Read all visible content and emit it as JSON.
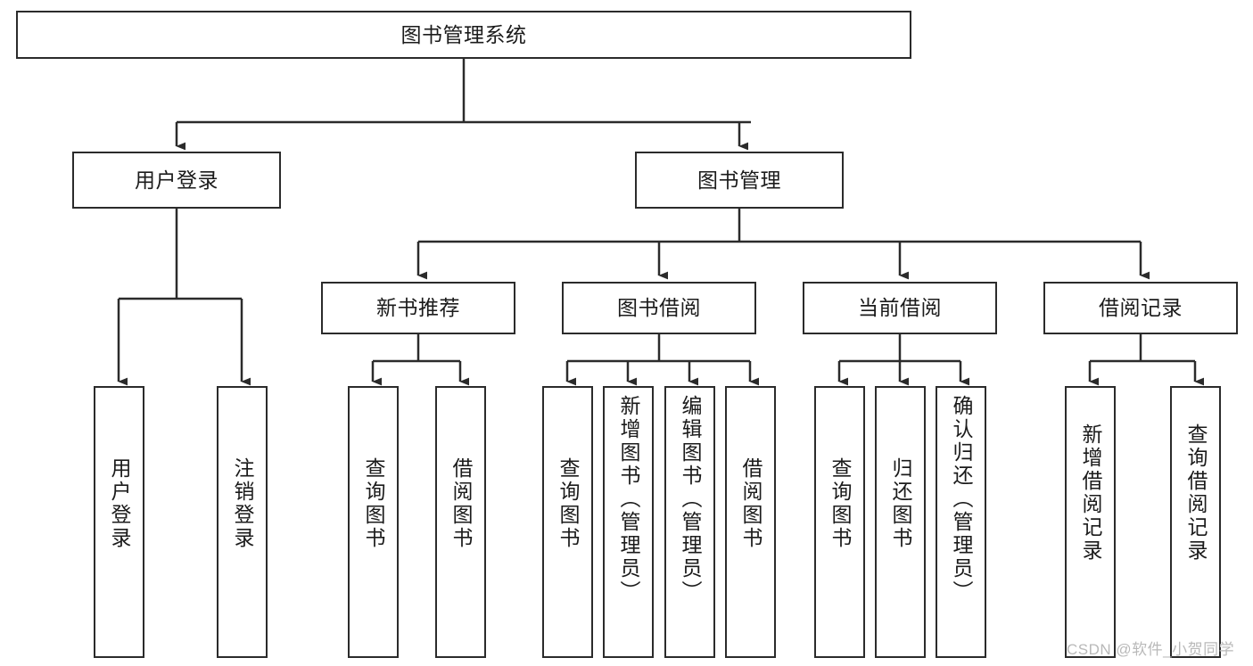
{
  "diagram": {
    "type": "tree-hierarchy",
    "title": "图书管理系统",
    "watermark": "CSDN @软件_小贺同学",
    "colors": {
      "box_border": "#2b2b2b",
      "box_fill": "#ffffff",
      "connector": "#2b2b2b",
      "text": "#1b1b1b",
      "watermark": "#b9b9b9",
      "background": "#ffffff"
    },
    "nodes": {
      "root": {
        "label": "图书管理系统"
      },
      "level2": [
        {
          "id": "user-login",
          "label": "用户登录"
        },
        {
          "id": "book-manage",
          "label": "图书管理"
        }
      ],
      "level3": [
        {
          "id": "new-book-recommend",
          "label": "新书推荐"
        },
        {
          "id": "book-borrow",
          "label": "图书借阅"
        },
        {
          "id": "current-borrow",
          "label": "当前借阅"
        },
        {
          "id": "borrow-record",
          "label": "借阅记录"
        }
      ],
      "level4": [
        {
          "id": "leaf-user-login",
          "label": "用户登录",
          "parent": "user-login"
        },
        {
          "id": "leaf-user-logout",
          "label": "注销登录",
          "parent": "user-login"
        },
        {
          "id": "leaf-query-book-1",
          "label": "查询图书",
          "parent": "new-book-recommend"
        },
        {
          "id": "leaf-borrow-book-1",
          "label": "借阅图书",
          "parent": "new-book-recommend"
        },
        {
          "id": "leaf-query-book-2",
          "label": "查询图书",
          "parent": "book-borrow"
        },
        {
          "id": "leaf-add-book",
          "label": "新增图书（管理员）",
          "parent": "book-borrow"
        },
        {
          "id": "leaf-edit-book",
          "label": "编辑图书（管理员）",
          "parent": "book-borrow"
        },
        {
          "id": "leaf-borrow-book-2",
          "label": "借阅图书",
          "parent": "book-borrow"
        },
        {
          "id": "leaf-query-book-3",
          "label": "查询图书",
          "parent": "current-borrow"
        },
        {
          "id": "leaf-return-book",
          "label": "归还图书",
          "parent": "current-borrow"
        },
        {
          "id": "leaf-confirm-return",
          "label": "确认归还（管理员）",
          "parent": "current-borrow"
        },
        {
          "id": "leaf-add-record",
          "label": "新增借阅记录",
          "parent": "borrow-record"
        },
        {
          "id": "leaf-query-record",
          "label": "查询借阅记录",
          "parent": "borrow-record"
        }
      ]
    }
  }
}
